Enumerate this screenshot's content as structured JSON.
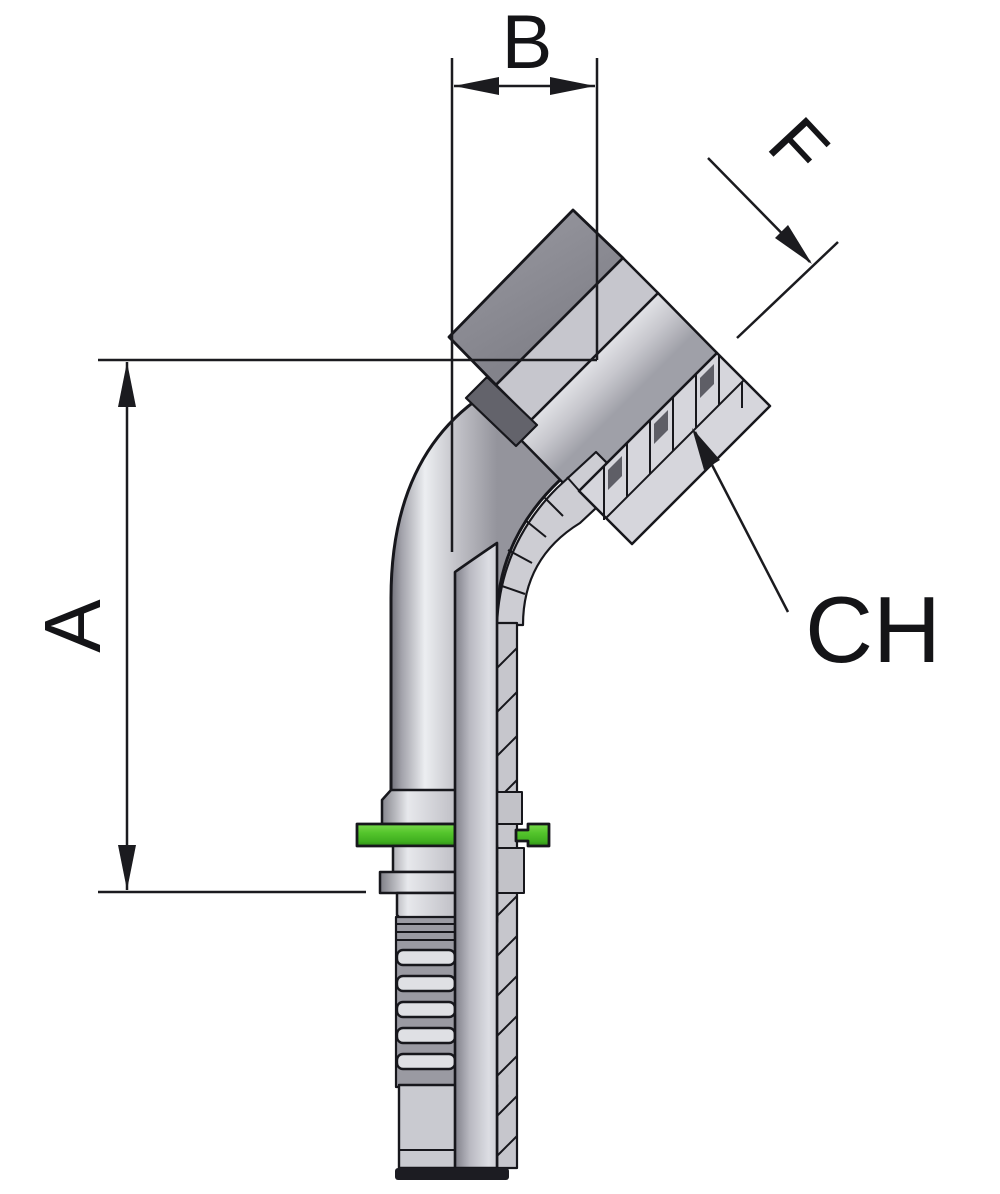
{
  "drawing": {
    "labels": {
      "a": "A",
      "b": "B",
      "f": "F",
      "ch": "CH"
    },
    "colors": {
      "outline": "#17171c",
      "dimension_line": "#1b1b1f",
      "metal_dark": "#8b8b93",
      "metal_mid": "#c2c2c8",
      "metal_light": "#e9eaee",
      "seal_green": "#4fbe29",
      "background": "#ffffff"
    }
  }
}
